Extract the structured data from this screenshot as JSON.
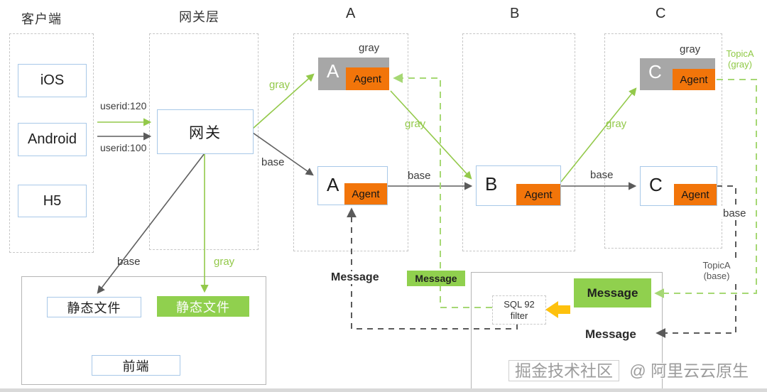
{
  "headers": {
    "client": "客户端",
    "gateway_layer": "网关层",
    "col_a": "A",
    "col_b": "B",
    "col_c": "C"
  },
  "client_panel": {
    "items": [
      {
        "label": "iOS"
      },
      {
        "label": "Android"
      },
      {
        "label": "H5"
      }
    ]
  },
  "gateway": {
    "label": "网关",
    "userid_gray": "userid:120",
    "userid_base": "userid:100"
  },
  "labels": {
    "gray": "gray",
    "base": "base",
    "agent": "Agent",
    "message": "Message"
  },
  "services": {
    "a": "A",
    "b": "B",
    "c": "C"
  },
  "topics": {
    "gray_line1": "TopicA",
    "gray_line2": "(gray)",
    "base_line1": "TopicA",
    "base_line2": "(base)"
  },
  "filter": {
    "line1": "SQL 92",
    "line2": "filter"
  },
  "frontend_panel": {
    "static_base": "静态文件",
    "static_gray": "静态文件",
    "frontend": "前端"
  },
  "watermark": {
    "boxed": "掘金技术社区",
    "suffix": "@ 阿里云云原生"
  },
  "colors": {
    "orange": "#f2750a",
    "gray_box": "#a7a7a7",
    "green_fill": "#90d04e",
    "green_line": "#93c94a",
    "green_dashed": "#a6d874",
    "dark_line": "#5f5f5f",
    "blue_border": "#a8c8e8",
    "filter_arrow": "#fec10d"
  }
}
